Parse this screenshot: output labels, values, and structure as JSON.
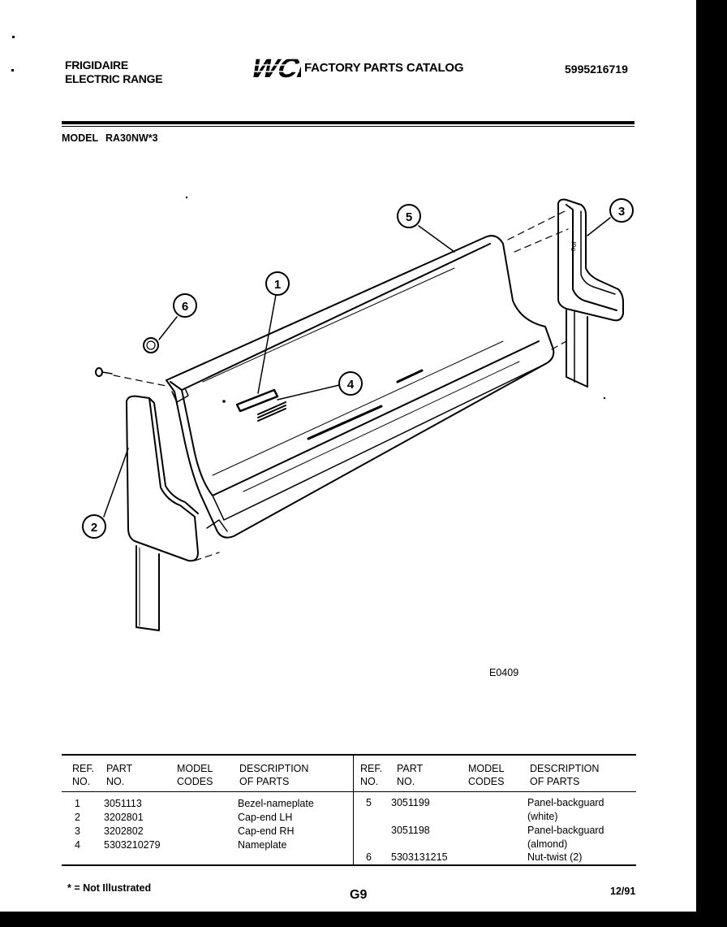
{
  "header": {
    "brand_line1": "FRIGIDAIRE",
    "brand_line2": "ELECTRIC RANGE",
    "logo_text": "WCI",
    "catalog_title": "FACTORY PARTS CATALOG",
    "catalog_number": "5995216719",
    "model_label": "MODEL",
    "model_value": "RA30NW*3"
  },
  "diagram": {
    "callouts": [
      "1",
      "2",
      "3",
      "4",
      "5",
      "6"
    ],
    "figure_code": "E0409"
  },
  "table": {
    "left_headers": {
      "ref_line1": "REF.",
      "ref_line2": "NO.",
      "part_line1": "PART",
      "part_line2": "NO.",
      "model_line1": "MODEL",
      "model_line2": "CODES",
      "desc_line1": "DESCRIPTION",
      "desc_line2": "OF PARTS"
    },
    "right_headers": {
      "ref_line1": "REF.",
      "ref_line2": "NO.",
      "part_line1": "PART",
      "part_line2": "NO.",
      "model_line1": "MODEL",
      "model_line2": "CODES",
      "desc_line1": "DESCRIPTION",
      "desc_line2": "OF PARTS"
    },
    "left_rows": [
      {
        "ref": "1",
        "part": "3051113",
        "desc": "Bezel-nameplate"
      },
      {
        "ref": "2",
        "part": "3202801",
        "desc": "Cap-end LH"
      },
      {
        "ref": "3",
        "part": "3202802",
        "desc": "Cap-end RH"
      },
      {
        "ref": "4",
        "part": "5303210279",
        "desc": "Nameplate"
      }
    ],
    "right_rows": [
      {
        "ref": "5",
        "part": "3051199",
        "desc1": "Panel-backguard",
        "desc2": "(white)"
      },
      {
        "ref": "",
        "part": "3051198",
        "desc1": "Panel-backguard",
        "desc2": "(almond)"
      },
      {
        "ref": "6",
        "part": "5303131215",
        "desc1": "Nut-twist (2)",
        "desc2": ""
      }
    ]
  },
  "footer": {
    "note": "* = Not Illustrated",
    "page_code": "G9",
    "date": "12/91"
  }
}
